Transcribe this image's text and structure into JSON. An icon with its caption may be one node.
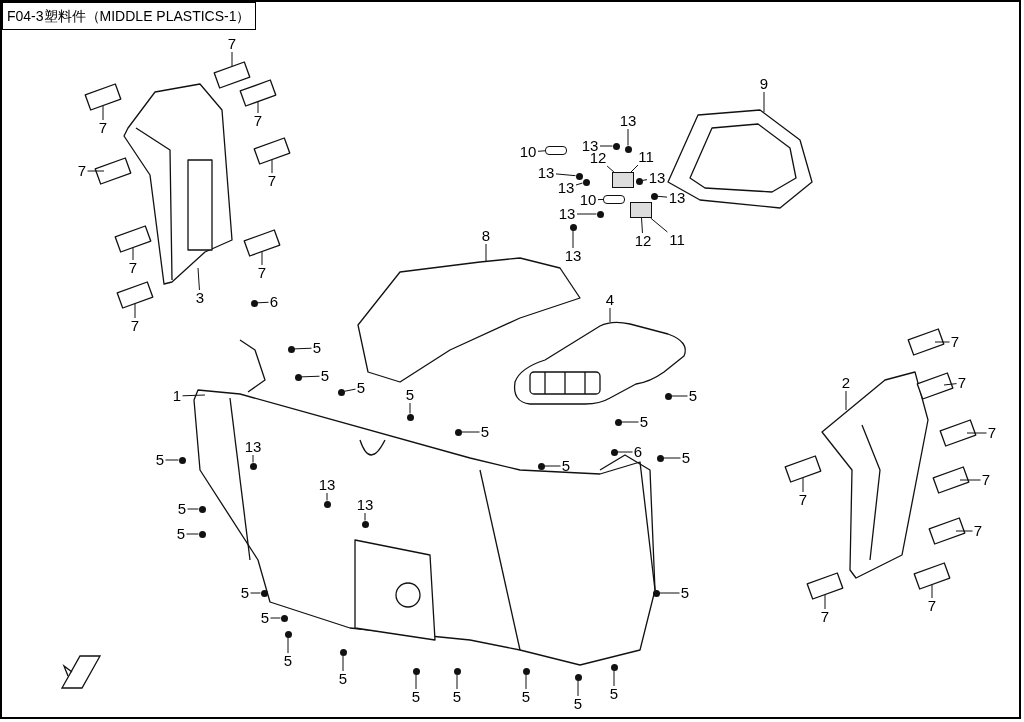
{
  "diagram": {
    "title": "F04-3塑料件（MIDDLE PLASTICS-1）",
    "nodes": [
      {
        "text": [
          "7"
        ]
      },
      {
        "text": [
          "7"
        ]
      },
      {
        "text": [
          "7"
        ]
      },
      {
        "text": [
          "7"
        ]
      },
      {
        "text": [
          "7"
        ]
      },
      {
        "text": [
          "7"
        ]
      },
      {
        "text": [
          "7"
        ]
      },
      {
        "text": [
          "7"
        ]
      },
      {
        "text": [
          "3"
        ]
      },
      {
        "text": [
          "6"
        ]
      },
      {
        "text": [
          "5"
        ]
      },
      {
        "text": [
          "5"
        ]
      },
      {
        "text": [
          "5"
        ]
      },
      {
        "text": [
          "1"
        ]
      },
      {
        "text": [
          "5"
        ]
      },
      {
        "text": [
          "5"
        ]
      },
      {
        "text": [
          "5"
        ]
      },
      {
        "text": [
          "13"
        ]
      },
      {
        "text": [
          "13"
        ]
      },
      {
        "text": [
          "13"
        ]
      },
      {
        "text": [
          "5"
        ]
      },
      {
        "text": [
          "5"
        ]
      },
      {
        "text": [
          "5"
        ]
      },
      {
        "text": [
          "5"
        ]
      },
      {
        "text": [
          "5"
        ]
      },
      {
        "text": [
          "5"
        ]
      },
      {
        "text": [
          "5"
        ]
      },
      {
        "text": [
          "5"
        ]
      },
      {
        "text": [
          "5"
        ]
      },
      {
        "text": [
          "5"
        ]
      },
      {
        "text": [
          "5"
        ]
      },
      {
        "text": [
          "5"
        ]
      },
      {
        "text": [
          "5"
        ]
      },
      {
        "text": [
          "6"
        ]
      },
      {
        "text": [
          "5"
        ]
      },
      {
        "text": [
          "5"
        ]
      },
      {
        "text": [
          "5"
        ]
      },
      {
        "text": [
          "4"
        ]
      },
      {
        "text": [
          "8"
        ]
      },
      {
        "text": [
          "9"
        ]
      },
      {
        "text": [
          "10"
        ]
      },
      {
        "text": [
          "13"
        ]
      },
      {
        "text": [
          "13"
        ]
      },
      {
        "text": [
          "12"
        ]
      },
      {
        "text": [
          "11"
        ]
      },
      {
        "text": [
          "13"
        ]
      },
      {
        "text": [
          "13"
        ]
      },
      {
        "text": [
          "13"
        ]
      },
      {
        "text": [
          "10"
        ]
      },
      {
        "text": [
          "13"
        ]
      },
      {
        "text": [
          "13"
        ]
      },
      {
        "text": [
          "12"
        ]
      },
      {
        "text": [
          "11"
        ]
      },
      {
        "text": [
          "13"
        ]
      },
      {
        "text": [
          "2"
        ]
      },
      {
        "text": [
          "7"
        ]
      },
      {
        "text": [
          "7"
        ]
      },
      {
        "text": [
          "7"
        ]
      },
      {
        "text": [
          "7"
        ]
      },
      {
        "text": [
          "7"
        ]
      },
      {
        "text": [
          "7"
        ]
      },
      {
        "text": [
          "7"
        ]
      },
      {
        "text": [
          "7"
        ]
      },
      {
        "text": [],
        "shape": "circle"
      },
      {
        "text": [],
        "shape": "circle"
      },
      {
        "text": [],
        "shape": "circle"
      },
      {
        "text": [],
        "shape": "circle"
      },
      {
        "text": [],
        "shape": "circle"
      },
      {
        "text": [],
        "shape": "circle"
      },
      {
        "text": [],
        "shape": "circle"
      },
      {
        "text": [],
        "shape": "circle"
      },
      {
        "text": [],
        "shape": "circle"
      },
      {
        "text": [],
        "shape": "circle"
      },
      {
        "text": [],
        "shape": "circle"
      },
      {
        "text": [],
        "shape": "circle"
      },
      {
        "text": [],
        "shape": "circle"
      },
      {
        "text": [],
        "shape": "circle"
      },
      {
        "text": [],
        "shape": "circle"
      },
      {
        "text": [],
        "shape": "circle"
      },
      {
        "text": [],
        "shape": "circle"
      },
      {
        "text": [],
        "shape": "circle"
      },
      {
        "text": [],
        "shape": "circle"
      },
      {
        "text": [],
        "shape": "circle"
      },
      {
        "text": [],
        "shape": "circle"
      },
      {
        "text": [],
        "shape": "circle"
      },
      {
        "text": [],
        "shape": "circle"
      },
      {
        "text": [],
        "shape": "circle"
      },
      {
        "text": [],
        "shape": "circle"
      },
      {
        "text": [],
        "shape": "circle"
      },
      {
        "text": [],
        "shape": "circle"
      },
      {
        "text": [],
        "shape": "circle"
      },
      {
        "text": [],
        "shape": "circle"
      },
      {
        "text": [],
        "shape": "circle"
      },
      {
        "text": [],
        "shape": "circle"
      },
      {
        "text": [],
        "shape": "circle"
      },
      {
        "text": [],
        "shape": "circle"
      },
      {
        "text": [],
        "shape": "circle"
      },
      {
        "text": [],
        "shape": "circle"
      },
      {
        "text": [],
        "shape": "bar"
      },
      {
        "text": [],
        "shape": "box"
      },
      {
        "text": [],
        "shape": "bar"
      },
      {
        "text": [],
        "shape": "box"
      }
    ],
    "edges": [
      {
        "from": 0,
        "to": null,
        "arrow": "none"
      },
      {
        "from": 1,
        "to": null,
        "arrow": "none"
      },
      {
        "from": 2,
        "to": null,
        "arrow": "none"
      },
      {
        "from": 3,
        "to": null,
        "arrow": "none"
      },
      {
        "from": 4,
        "to": null,
        "arrow": "none"
      },
      {
        "from": 5,
        "to": null,
        "arrow": "none"
      },
      {
        "from": 6,
        "to": null,
        "arrow": "none"
      },
      {
        "from": 7,
        "to": null,
        "arrow": "none"
      },
      {
        "from": 8,
        "to": null,
        "arrow": "none"
      },
      {
        "from": 9,
        "to": 63,
        "arrow": "none"
      },
      {
        "from": 10,
        "to": 64,
        "arrow": "none"
      },
      {
        "from": 11,
        "to": 65,
        "arrow": "none"
      },
      {
        "from": 12,
        "to": 66,
        "arrow": "none"
      },
      {
        "from": 13,
        "to": null,
        "arrow": "none"
      },
      {
        "from": 14,
        "to": 67,
        "arrow": "none"
      },
      {
        "from": 15,
        "to": 68,
        "arrow": "none"
      },
      {
        "from": 16,
        "to": 69,
        "arrow": "none"
      },
      {
        "from": 17,
        "to": 70,
        "arrow": "none"
      },
      {
        "from": 18,
        "to": 71,
        "arrow": "none"
      },
      {
        "from": 19,
        "to": 72,
        "arrow": "none"
      },
      {
        "from": 20,
        "to": 73,
        "arrow": "none"
      },
      {
        "from": 21,
        "to": 74,
        "arrow": "none"
      },
      {
        "from": 22,
        "to": 75,
        "arrow": "none"
      },
      {
        "from": 23,
        "to": 76,
        "arrow": "none"
      },
      {
        "from": 24,
        "to": 77,
        "arrow": "none"
      },
      {
        "from": 25,
        "to": 78,
        "arrow": "none"
      },
      {
        "from": 26,
        "to": 79,
        "arrow": "none"
      },
      {
        "from": 27,
        "to": 80,
        "arrow": "none"
      },
      {
        "from": 28,
        "to": 81,
        "arrow": "none"
      },
      {
        "from": 29,
        "to": 82,
        "arrow": "none"
      },
      {
        "from": 30,
        "to": 83,
        "arrow": "none"
      },
      {
        "from": 31,
        "to": 84,
        "arrow": "none"
      },
      {
        "from": 32,
        "to": 85,
        "arrow": "none"
      },
      {
        "from": 33,
        "to": 86,
        "arrow": "none"
      },
      {
        "from": 34,
        "to": 87,
        "arrow": "none"
      },
      {
        "from": 35,
        "to": 88,
        "arrow": "none"
      },
      {
        "from": 36,
        "to": 89,
        "arrow": "none"
      },
      {
        "from": 37,
        "to": null,
        "arrow": "none"
      },
      {
        "from": 38,
        "to": null,
        "arrow": "none"
      },
      {
        "from": 39,
        "to": null,
        "arrow": "none"
      },
      {
        "from": 40,
        "to": 98,
        "arrow": "none"
      },
      {
        "from": 41,
        "to": 90,
        "arrow": "none"
      },
      {
        "from": 42,
        "to": 91,
        "arrow": "none"
      },
      {
        "from": 43,
        "to": 99,
        "arrow": "none"
      },
      {
        "from": 44,
        "to": 99,
        "arrow": "none"
      },
      {
        "from": 45,
        "to": 92,
        "arrow": "none"
      },
      {
        "from": 46,
        "to": 93,
        "arrow": "none"
      },
      {
        "from": 47,
        "to": 94,
        "arrow": "none"
      },
      {
        "from": 48,
        "to": 100,
        "arrow": "none"
      },
      {
        "from": 49,
        "to": 95,
        "arrow": "none"
      },
      {
        "from": 50,
        "to": 96,
        "arrow": "none"
      },
      {
        "from": 51,
        "to": 101,
        "arrow": "none"
      },
      {
        "from": 52,
        "to": 101,
        "arrow": "none"
      },
      {
        "from": 53,
        "to": 97,
        "arrow": "none"
      },
      {
        "from": 54,
        "to": null,
        "arrow": "none"
      },
      {
        "from": 55,
        "to": null,
        "arrow": "none"
      },
      {
        "from": 56,
        "to": null,
        "arrow": "none"
      },
      {
        "from": 57,
        "to": null,
        "arrow": "none"
      },
      {
        "from": 58,
        "to": null,
        "arrow": "none"
      },
      {
        "from": 59,
        "to": null,
        "arrow": "none"
      },
      {
        "from": 60,
        "to": null,
        "arrow": "none"
      },
      {
        "from": 61,
        "to": null,
        "arrow": "none"
      },
      {
        "from": 62,
        "to": null,
        "arrow": "none"
      }
    ]
  }
}
